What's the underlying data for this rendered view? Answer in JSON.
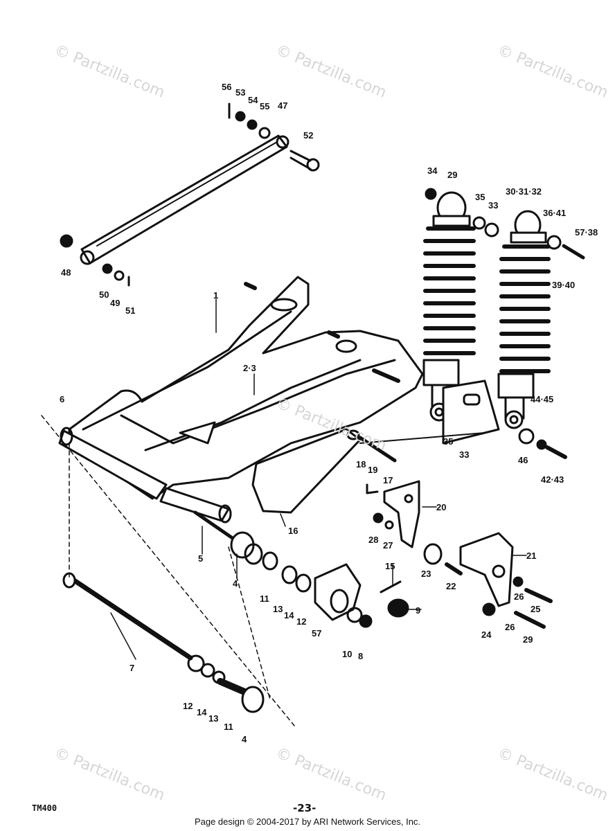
{
  "watermark": "© Partzilla.com",
  "model_code": "TM400",
  "page_number": "-23-",
  "footer_text": "Page design © 2004-2017 by ARI Network Services, Inc.",
  "callouts": [
    "56",
    "53",
    "54",
    "55",
    "47",
    "52",
    "48",
    "50",
    "49",
    "51",
    "34",
    "29",
    "35",
    "33",
    "30·31·32",
    "36·41",
    "57·38",
    "39·40",
    "1",
    "2·3",
    "6",
    "44·45",
    "35",
    "33",
    "46",
    "42·43",
    "18",
    "19",
    "17",
    "20",
    "16",
    "5",
    "4",
    "28",
    "27",
    "15",
    "23",
    "22",
    "21",
    "26",
    "25",
    "11",
    "13",
    "14",
    "12",
    "9",
    "57",
    "10",
    "8",
    "24",
    "26",
    "29",
    "7",
    "12",
    "14",
    "13",
    "11",
    "4"
  ]
}
